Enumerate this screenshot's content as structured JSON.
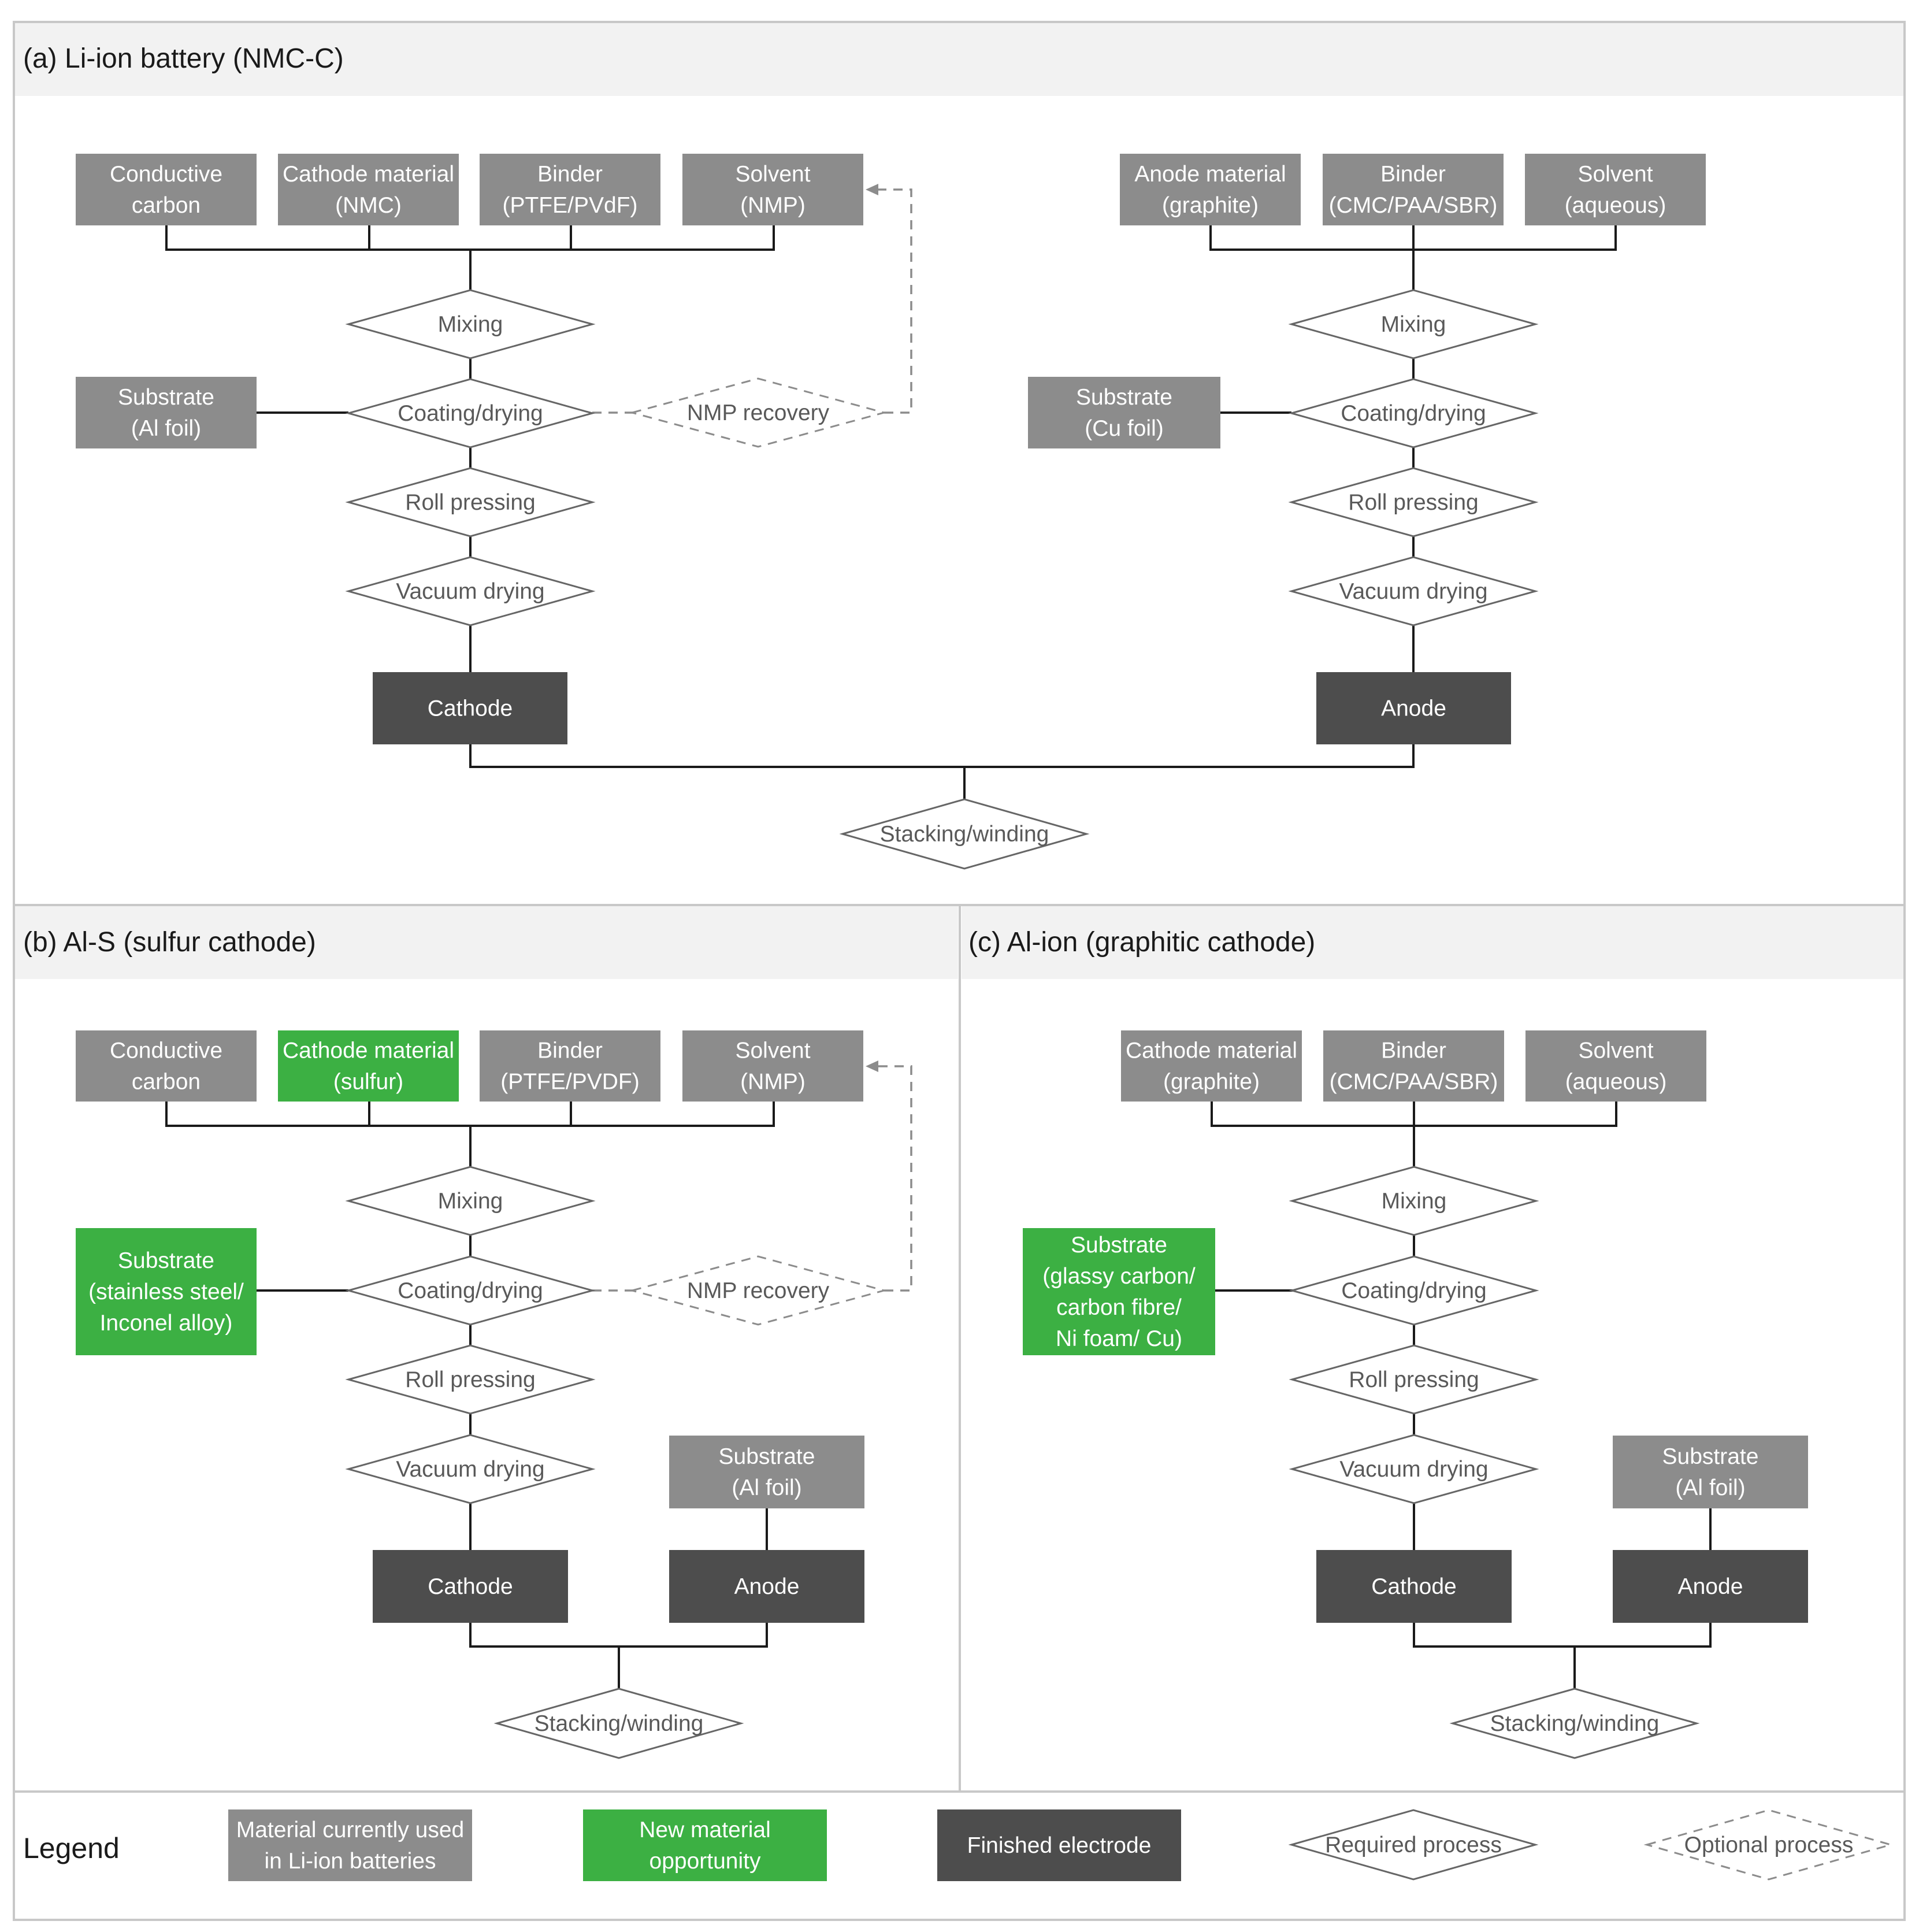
{
  "colors": {
    "material_current": "#8c8c8c",
    "new_material": "#3cb043",
    "finished_electrode": "#4d4d4d",
    "panel_header": "#f2f2f2",
    "frame": "#c8c8c8"
  },
  "panels": {
    "a": {
      "title": "(a) Li-ion battery (NMC-C)",
      "cathode_side": {
        "inputs": [
          {
            "label": [
              "Conductive",
              "carbon"
            ],
            "kind": "material_current"
          },
          {
            "label": [
              "Cathode material",
              "(NMC)"
            ],
            "kind": "material_current"
          },
          {
            "label": [
              "Binder",
              "(PTFE/PVdF)"
            ],
            "kind": "material_current"
          },
          {
            "label": [
              "Solvent",
              "(NMP)"
            ],
            "kind": "material_current"
          }
        ],
        "substrate": {
          "label": [
            "Substrate",
            "(Al foil)"
          ],
          "kind": "material_current"
        },
        "steps": [
          "Mixing",
          "Coating/drying",
          "Roll pressing",
          "Vacuum drying"
        ],
        "optional_step": "NMP recovery",
        "output": "Cathode"
      },
      "anode_side": {
        "inputs": [
          {
            "label": [
              "Anode material",
              "(graphite)"
            ],
            "kind": "material_current"
          },
          {
            "label": [
              "Binder",
              "(CMC/PAA/SBR)"
            ],
            "kind": "material_current"
          },
          {
            "label": [
              "Solvent",
              "(aqueous)"
            ],
            "kind": "material_current"
          }
        ],
        "substrate": {
          "label": [
            "Substrate",
            "(Cu foil)"
          ],
          "kind": "material_current"
        },
        "steps": [
          "Mixing",
          "Coating/drying",
          "Roll pressing",
          "Vacuum drying"
        ],
        "output": "Anode"
      },
      "final_step": "Stacking/winding"
    },
    "b": {
      "title": "(b) Al-S (sulfur cathode)",
      "inputs": [
        {
          "label": [
            "Conductive",
            "carbon"
          ],
          "kind": "material_current"
        },
        {
          "label": [
            "Cathode material",
            "(sulfur)"
          ],
          "kind": "new_material"
        },
        {
          "label": [
            "Binder",
            "(PTFE/PVDF)"
          ],
          "kind": "material_current"
        },
        {
          "label": [
            "Solvent",
            "(NMP)"
          ],
          "kind": "material_current"
        }
      ],
      "substrate": {
        "label": [
          "Substrate",
          "(stainless steel/",
          "Inconel alloy)"
        ],
        "kind": "new_material"
      },
      "steps": [
        "Mixing",
        "Coating/drying",
        "Roll pressing",
        "Vacuum drying"
      ],
      "optional_step": "NMP recovery",
      "anode_substrate": {
        "label": [
          "Substrate",
          "(Al foil)"
        ],
        "kind": "material_current"
      },
      "cathode": "Cathode",
      "anode": "Anode",
      "final_step": "Stacking/winding"
    },
    "c": {
      "title": "(c) Al-ion (graphitic cathode)",
      "inputs": [
        {
          "label": [
            "Cathode material",
            "(graphite)"
          ],
          "kind": "material_current"
        },
        {
          "label": [
            "Binder",
            "(CMC/PAA/SBR)"
          ],
          "kind": "material_current"
        },
        {
          "label": [
            "Solvent",
            "(aqueous)"
          ],
          "kind": "material_current"
        }
      ],
      "substrate": {
        "label": [
          "Substrate",
          "(glassy carbon/",
          "carbon fibre/",
          "Ni foam/ Cu)"
        ],
        "kind": "new_material"
      },
      "steps": [
        "Mixing",
        "Coating/drying",
        "Roll pressing",
        "Vacuum drying"
      ],
      "anode_substrate": {
        "label": [
          "Substrate",
          "(Al foil)"
        ],
        "kind": "material_current"
      },
      "cathode": "Cathode",
      "anode": "Anode",
      "final_step": "Stacking/winding"
    }
  },
  "legend": {
    "title": "Legend",
    "material_current": [
      "Material currently used",
      "in Li-ion batteries"
    ],
    "new_material": [
      "New material",
      "opportunity"
    ],
    "finished_electrode": "Finished electrode",
    "required_process": "Required process",
    "optional_process": "Optional process"
  }
}
